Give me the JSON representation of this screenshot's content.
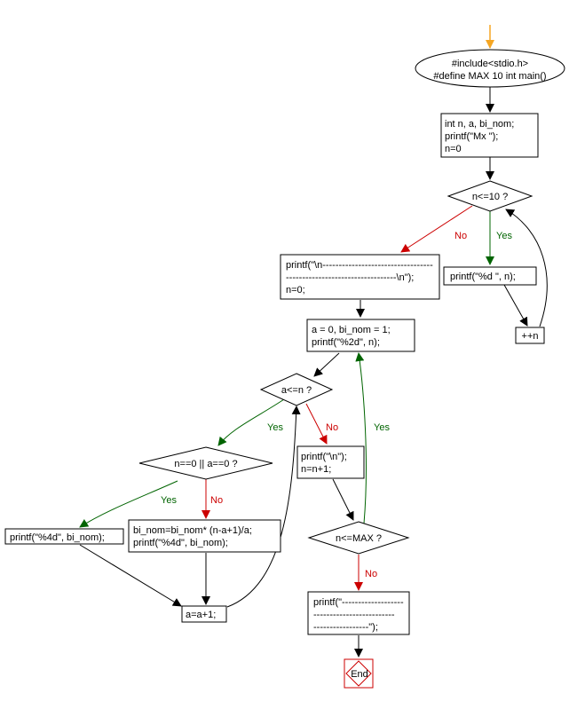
{
  "nodes": {
    "start": [
      "#include<stdio.h>",
      "#define MAX 10 int main()"
    ],
    "init": [
      "int n, a, bi_nom;",
      "printf(\"Mx    \");",
      "n=0"
    ],
    "cond_n10": "n<=10 ?",
    "print_header": [
      "printf(\"%d    \", n);"
    ],
    "inc_n": "++n",
    "print_sep": [
      "printf(\"\\n----------------------------------",
      "----------------------------------\\n\");",
      "n=0;"
    ],
    "set_a": [
      "a = 0, bi_nom = 1;",
      "printf(\"%2d\", n);"
    ],
    "cond_a_n": "a<=n ?",
    "cond_zero": "n==0 || a==0 ?",
    "print_one": [
      "printf(\"%4d\", bi_nom);"
    ],
    "calc": [
      "bi_nom=bi_nom* (n-a+1)/a;",
      "printf(\"%4d\", bi_nom);"
    ],
    "inc_a": "a=a+1;",
    "newline": [
      "printf(\"\\n\");",
      "n=n+1;"
    ],
    "cond_max": "n<=MAX ?",
    "print_end": [
      "printf(\"-------------------",
      "-------------------------",
      "-----------------\");"
    ],
    "end": "End"
  },
  "labels": {
    "yes": "Yes",
    "no": "No"
  },
  "colors": {
    "yes": "#006400",
    "no": "#cc0000",
    "start_arrow": "#f5a623",
    "end": "#cc0000",
    "line": "#000000"
  }
}
